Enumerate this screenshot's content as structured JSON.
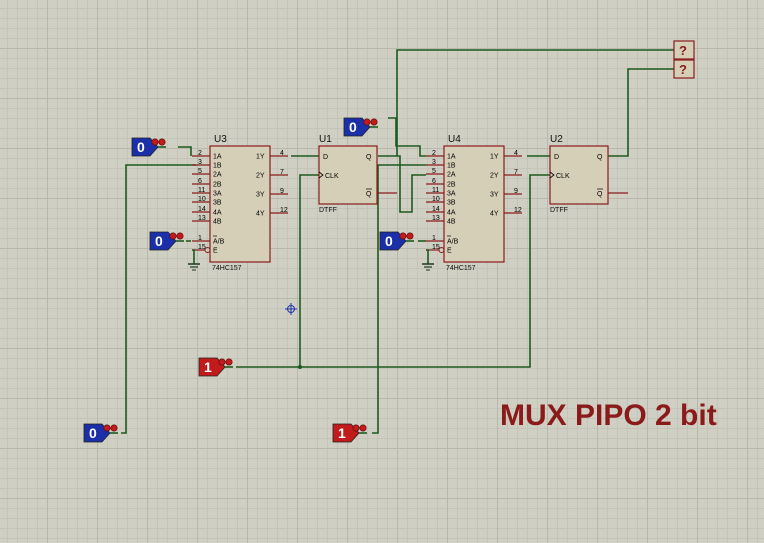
{
  "title": "MUX PIPO 2 bit",
  "mux": {
    "part": "74HC157",
    "left_pins": [
      {
        "num": "2",
        "name": "1A"
      },
      {
        "num": "3",
        "name": "1B"
      },
      {
        "num": "5",
        "name": "2A"
      },
      {
        "num": "6",
        "name": "2B"
      },
      {
        "num": "11",
        "name": "3A"
      },
      {
        "num": "10",
        "name": "3B"
      },
      {
        "num": "14",
        "name": "4A"
      },
      {
        "num": "13",
        "name": "4B"
      },
      {
        "num": "1",
        "name": "A/B"
      },
      {
        "num": "15",
        "name": "E"
      }
    ],
    "right_pins": [
      {
        "num": "4",
        "name": "1Y"
      },
      {
        "num": "7",
        "name": "2Y"
      },
      {
        "num": "9",
        "name": "3Y"
      },
      {
        "num": "12",
        "name": "4Y"
      }
    ]
  },
  "dff": {
    "part": "DTFF",
    "d": "D",
    "clk": "CLK",
    "q": "Q",
    "qbar": "Q"
  },
  "components": [
    {
      "ref": "U3",
      "kind": "mux"
    },
    {
      "ref": "U1",
      "kind": "dff"
    },
    {
      "ref": "U4",
      "kind": "mux"
    },
    {
      "ref": "U2",
      "kind": "dff"
    }
  ],
  "inputs": [
    {
      "id": "in1",
      "value": "0",
      "color": "#1a2fa8"
    },
    {
      "id": "in2",
      "value": "0",
      "color": "#1a2fa8"
    },
    {
      "id": "in3",
      "value": "0",
      "color": "#1a2fa8"
    },
    {
      "id": "in4",
      "value": "0",
      "color": "#1a2fa8"
    },
    {
      "id": "in5",
      "value": "1",
      "color": "#c21b1b"
    },
    {
      "id": "in6",
      "value": "0",
      "color": "#1a2fa8"
    },
    {
      "id": "in7",
      "value": "1",
      "color": "#c21b1b"
    }
  ],
  "probes": [
    {
      "id": "p1",
      "value": "?"
    },
    {
      "id": "p2",
      "value": "?"
    }
  ]
}
